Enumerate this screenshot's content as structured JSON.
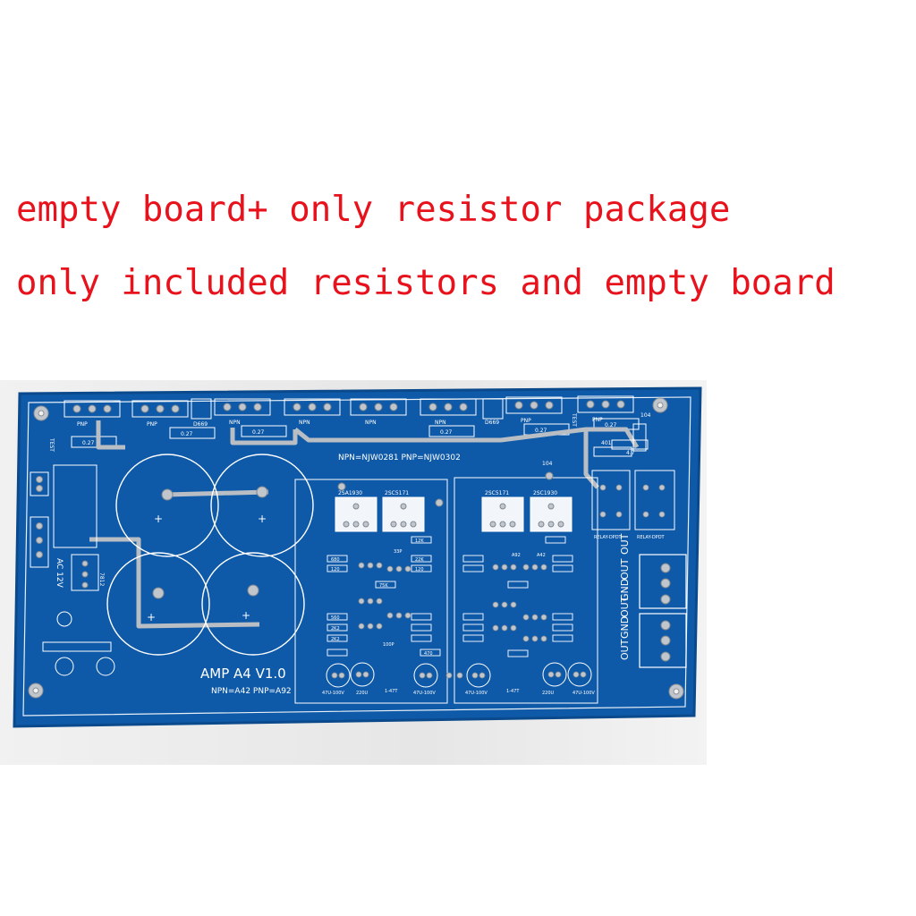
{
  "captions": {
    "line1": "empty board+ only resistor package",
    "line2": "only included resistors and empty board"
  },
  "colors": {
    "caption": "#e8121c",
    "board_mask": "#0f5aa8",
    "silkscreen": "#ffffff",
    "pad": "#c0c6cc"
  },
  "board": {
    "top_labels": [
      "PNP",
      "PNP",
      "D669",
      "NPN",
      "NPN",
      "NPN",
      "NPN",
      "D669",
      "PNP",
      "PNP"
    ],
    "resistor_027": "0.27",
    "test_label": "TEST",
    "npn_pnp_njw": "NPN=NJW0281  PNP=NJW0302",
    "transistors": [
      "2SA1930",
      "2SC5171",
      "2SC5171",
      "2SC1930"
    ],
    "relay_labels": [
      "RELAY-DPDT",
      "RELAY-DPDT"
    ],
    "connector_out": [
      "OUT",
      "GND",
      "OUT"
    ],
    "connector_in": [
      "OUT",
      "GND",
      "OUT"
    ],
    "ac_label": "AC 12V",
    "reg_7812": "7812",
    "model_label": "AMP A4 V1.0",
    "npn_pnp_a42": "NPN=A42    PNP=A92",
    "cap_labels": [
      "47U-100V",
      "220U",
      "1-47T",
      "47U-100V",
      "47U-100V",
      "1-47T",
      "220U",
      "47U-100V"
    ],
    "resistor_values": [
      "680",
      "120",
      "22K",
      "120",
      "12K",
      "75K",
      "560",
      "2K2",
      "2K2",
      "470",
      "100P",
      "33P"
    ],
    "small_labels": [
      "104",
      "401",
      "4.7",
      "104",
      "A92",
      "A42"
    ]
  }
}
